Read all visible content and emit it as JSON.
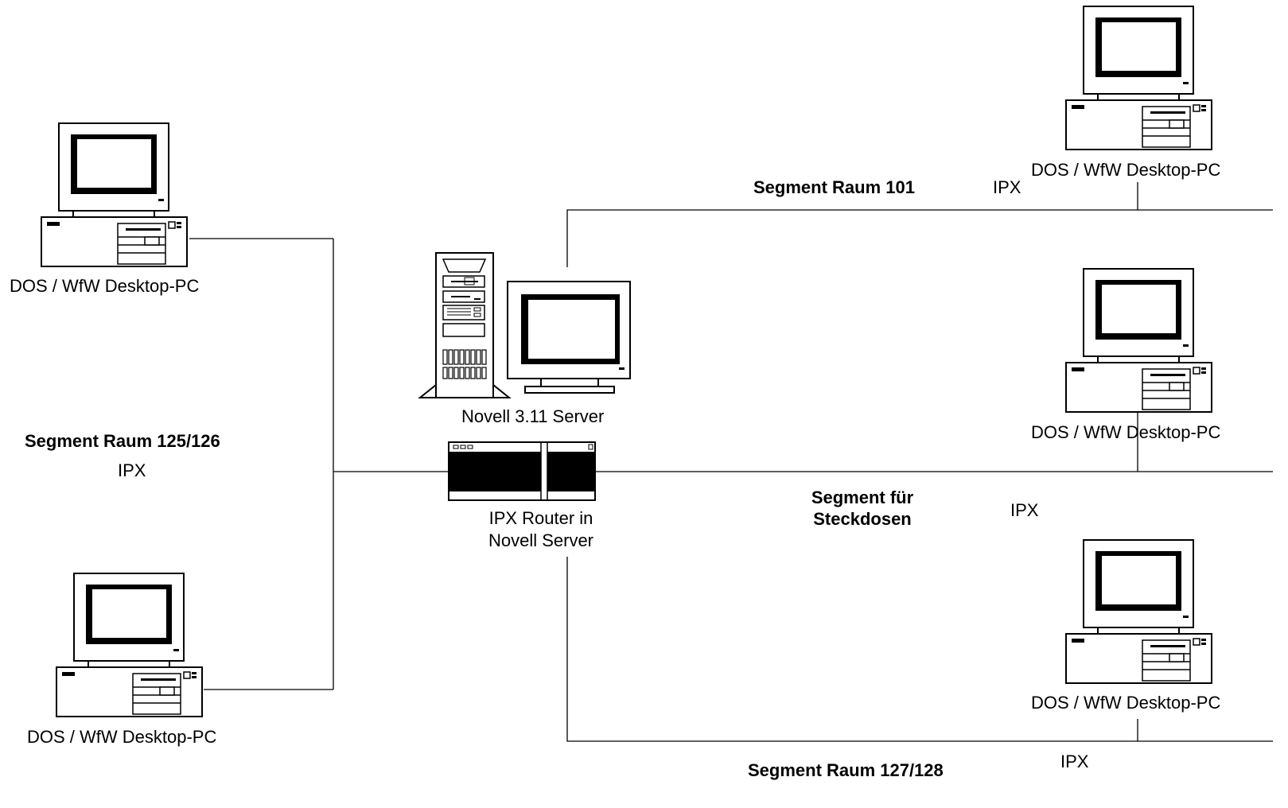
{
  "labels": {
    "pc_top_left": "DOS / WfW  Desktop-PC",
    "pc_bottom_left": "DOS / WfW Desktop-PC",
    "pc_right_top": "DOS / WfW  Desktop-PC",
    "pc_right_mid": "DOS / WfW  Desktop-PC",
    "pc_right_bottom": "DOS / WfW  Desktop-PC",
    "server": "Novell 3.11 Server",
    "router_line1": "IPX Router in",
    "router_line2": "Novell Server"
  },
  "segments": {
    "left": {
      "name": "Segment Raum 125/126",
      "protocol": "IPX"
    },
    "top": {
      "name": "Segment Raum 101",
      "protocol": "IPX"
    },
    "middle": {
      "name_line1": "Segment für",
      "name_line2": "Steckdosen",
      "protocol": "IPX"
    },
    "bottom": {
      "name": "Segment Raum 127/128",
      "protocol": "IPX"
    }
  }
}
